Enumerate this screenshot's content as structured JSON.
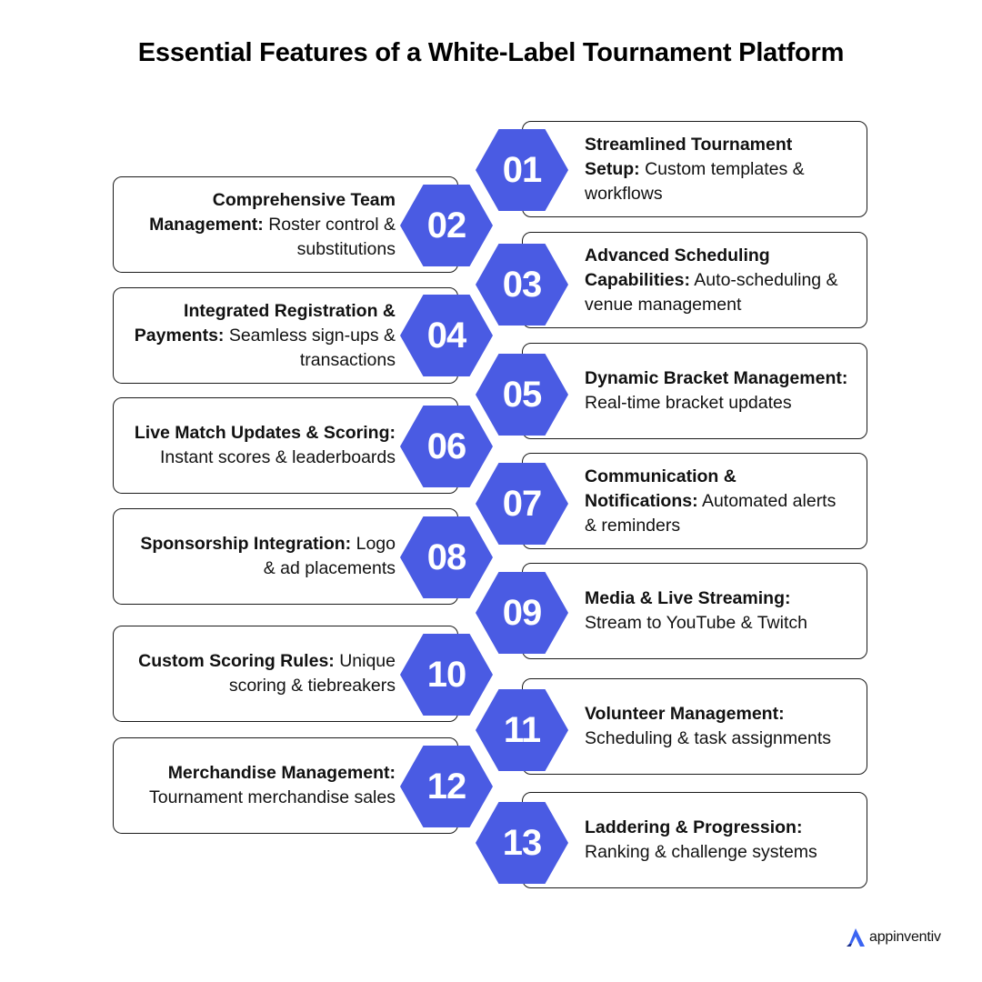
{
  "title": "Essential Features of a White-Label Tournament Platform",
  "colors": {
    "hexagon": "#4a5be3",
    "border": "#1a1a1a",
    "logo_accent": "#3b64f2"
  },
  "features": [
    {
      "number": "01",
      "side": "right",
      "bold": "Streamlined Tournament Setup:",
      "text": "Custom templates & workflows"
    },
    {
      "number": "02",
      "side": "left",
      "bold": "Comprehensive Team Management:",
      "text": "Roster control & substitutions"
    },
    {
      "number": "03",
      "side": "right",
      "bold": "Advanced Scheduling Capabilities:",
      "text": "Auto-scheduling & venue management"
    },
    {
      "number": "04",
      "side": "left",
      "bold": "Integrated Registration & Payments:",
      "text": "Seamless sign-ups & transactions"
    },
    {
      "number": "05",
      "side": "right",
      "bold": "Dynamic Bracket Management:",
      "text": "Real-time bracket updates"
    },
    {
      "number": "06",
      "side": "left",
      "bold": "Live Match Updates & Scoring:",
      "text": "Instant scores & leaderboards"
    },
    {
      "number": "07",
      "side": "right",
      "bold": "Communication & Notifications:",
      "text": "Automated alerts & reminders"
    },
    {
      "number": "08",
      "side": "left",
      "bold": "Sponsorship Integration:",
      "text": "Logo & ad placements"
    },
    {
      "number": "09",
      "side": "right",
      "bold": "Media & Live Streaming:",
      "text": "Stream to YouTube & Twitch"
    },
    {
      "number": "10",
      "side": "left",
      "bold": "Custom Scoring Rules:",
      "text": "Unique scoring & tiebreakers"
    },
    {
      "number": "11",
      "side": "right",
      "bold": "Volunteer Management:",
      "text": "Scheduling & task assignments"
    },
    {
      "number": "12",
      "side": "left",
      "bold": "Merchandise Management:",
      "text": "Tournament merchandise sales"
    },
    {
      "number": "13",
      "side": "right",
      "bold": "Laddering & Progression:",
      "text": "Ranking & challenge systems"
    }
  ],
  "logo": {
    "icon": "appinventiv-logo-icon",
    "text": "appinventiv"
  }
}
